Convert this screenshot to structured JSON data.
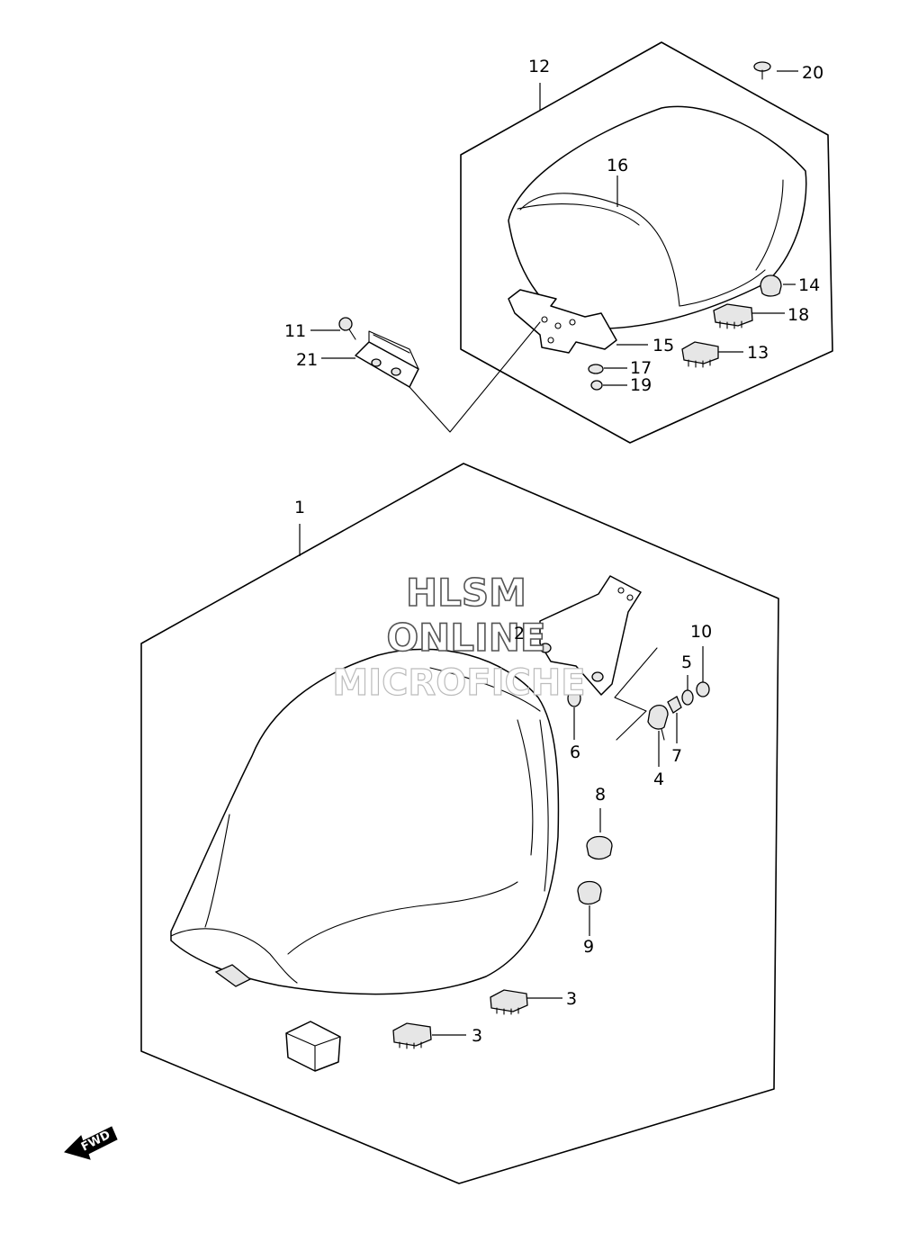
{
  "diagram": {
    "part_labels": [
      "1",
      "2",
      "3",
      "3",
      "4",
      "5",
      "6",
      "7",
      "8",
      "9",
      "10",
      "11",
      "12",
      "13",
      "14",
      "15",
      "16",
      "17",
      "18",
      "19",
      "20",
      "21"
    ],
    "watermark": {
      "line1": "HLSM",
      "line2": "ONLINE",
      "line3": "MICROFICHE"
    },
    "direction_badge": "FWD"
  }
}
